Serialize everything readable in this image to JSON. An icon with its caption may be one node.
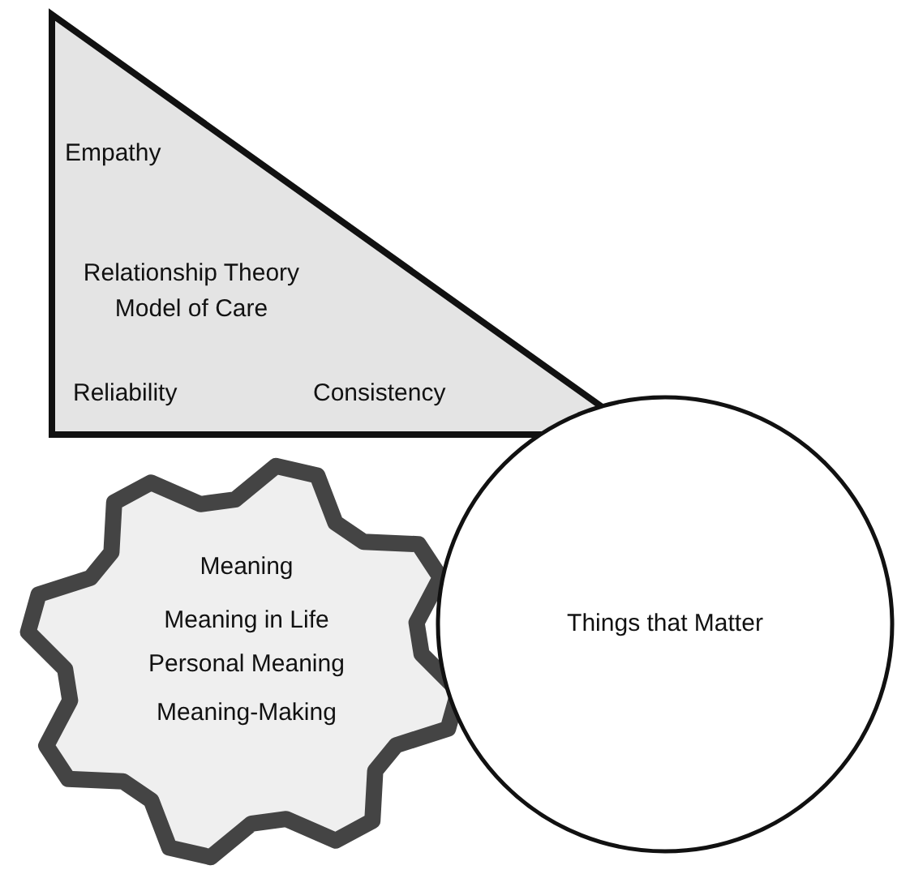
{
  "diagram": {
    "nodes": [
      {
        "text": [
          "Empathy",
          "Relationship Theory Model of Care",
          "Reliability",
          "Consistency"
        ]
      },
      {
        "text": [
          "Meaning",
          "Meaning in Life",
          "Personal Meaning",
          "Meaning-Making"
        ]
      },
      {
        "text": [
          "Things that Matter"
        ]
      }
    ]
  }
}
